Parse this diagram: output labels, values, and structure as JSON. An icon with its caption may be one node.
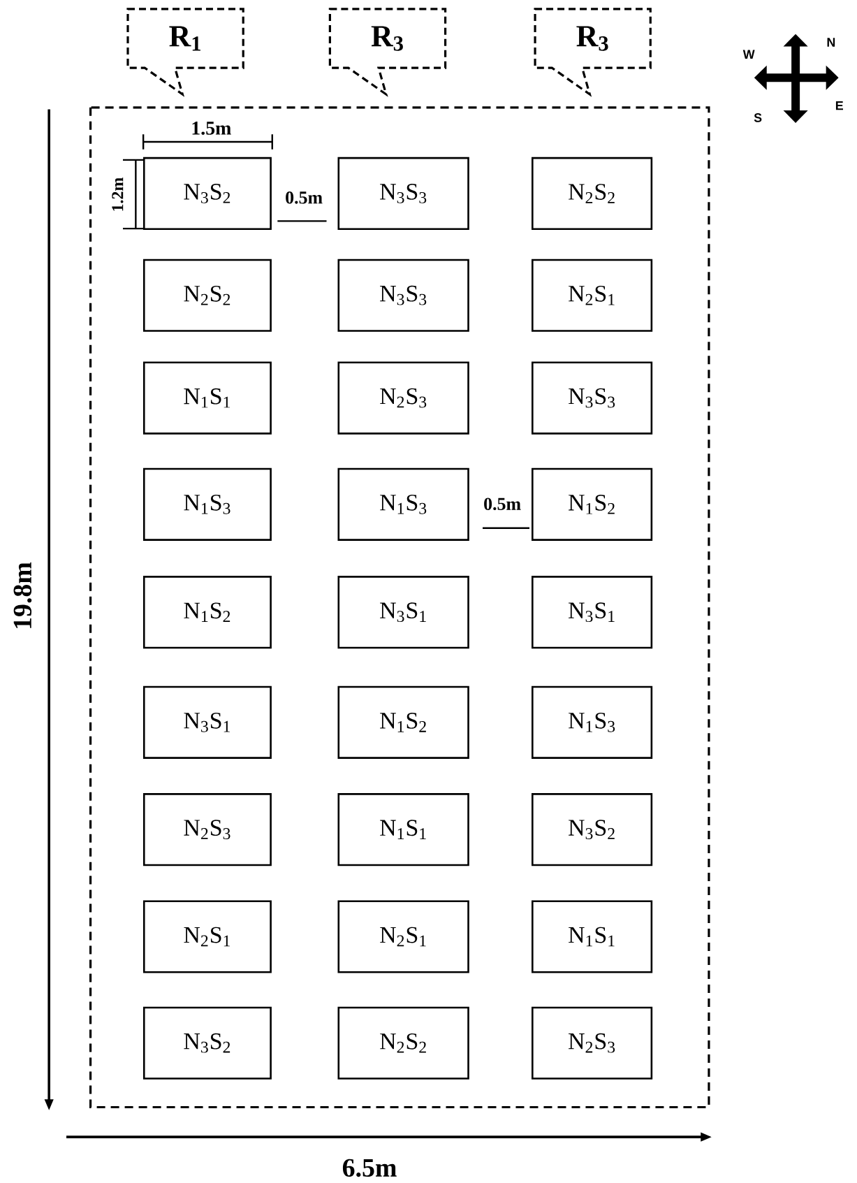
{
  "diagram": {
    "nodes": [
      {
        "text": [
          "R$_{1}$"
        ]
      },
      {
        "text": [
          "R$_{3}$"
        ]
      },
      {
        "text": [
          "R$_{3}$"
        ]
      },
      {
        "text": [],
        "shape": "box"
      },
      {
        "text": [
          "N$_{3}$S$_{2}$"
        ],
        "in": 3
      },
      {
        "text": [
          "N$_{3}$S$_{3}$"
        ],
        "in": 3
      },
      {
        "text": [
          "N$_{2}$S$_{2}$"
        ],
        "in": 3
      },
      {
        "text": [
          "N$_{2}$S$_{2}$"
        ],
        "in": 3
      },
      {
        "text": [
          "N$_{3}$S$_{3}$"
        ],
        "in": 3
      },
      {
        "text": [
          "N$_{2}$S$_{1}$"
        ],
        "in": 3
      },
      {
        "text": [
          "N$_{1}$S$_{1}$"
        ],
        "in": 3
      },
      {
        "text": [
          "N$_{2}$S$_{3}$"
        ],
        "in": 3
      },
      {
        "text": [
          "N$_{3}$S$_{3}$"
        ],
        "in": 3
      },
      {
        "text": [
          "N$_{1}$S$_{3}$"
        ],
        "in": 3
      },
      {
        "text": [
          "N$_{1}$S$_{3}$"
        ],
        "in": 3
      },
      {
        "text": [
          "N$_{1}$S$_{2}$"
        ],
        "in": 3
      },
      {
        "text": [
          "N$_{1}$S$_{2}$"
        ],
        "in": 3
      },
      {
        "text": [
          "N$_{3}$S$_{1}$"
        ],
        "in": 3
      },
      {
        "text": [
          "N$_{3}$S$_{1}$"
        ],
        "in": 3
      },
      {
        "text": [
          "N$_{3}$S$_{1}$"
        ],
        "in": 3
      },
      {
        "text": [
          "N$_{1}$S$_{2}$"
        ],
        "in": 3
      },
      {
        "text": [
          "N$_{1}$S$_{3}$"
        ],
        "in": 3
      },
      {
        "text": [
          "N$_{2}$S$_{3}$"
        ],
        "in": 3
      },
      {
        "text": [
          "N$_{1}$S$_{1}$"
        ],
        "in": 3
      },
      {
        "text": [
          "N$_{3}$S$_{2}$"
        ],
        "in": 3
      },
      {
        "text": [
          "N$_{2}$S$_{1}$"
        ],
        "in": 3
      },
      {
        "text": [
          "N$_{2}$S$_{1}$"
        ],
        "in": 3
      },
      {
        "text": [
          "N$_{1}$S$_{1}$"
        ],
        "in": 3
      },
      {
        "text": [
          "N$_{3}$S$_{2}$"
        ],
        "in": 3
      },
      {
        "text": [
          "N$_{2}$S$_{2}$"
        ],
        "in": 3
      },
      {
        "text": [
          "N$_{2}$S$_{3}$"
        ],
        "in": 3
      }
    ],
    "labels": [
      "N",
      "W",
      "E",
      "S",
      "1.5m",
      "1.2m",
      "0.5m",
      "0.5m",
      "19.8m",
      "6.5m"
    ]
  }
}
